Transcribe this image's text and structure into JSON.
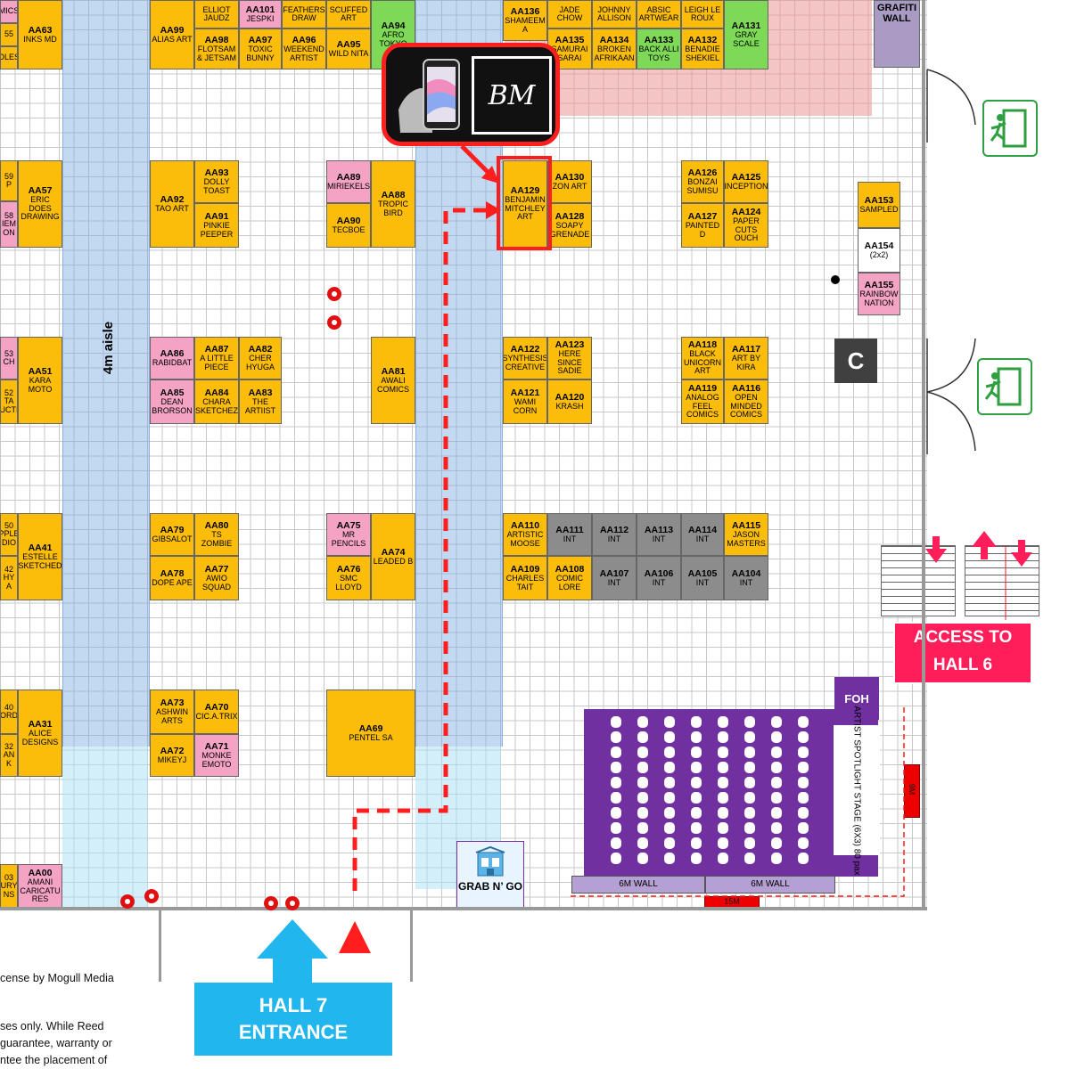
{
  "aisle_label": "4m aisle",
  "grafiti_wall": "GRAFITI WALL",
  "c_label": "C",
  "access_hall": [
    "ACCESS TO",
    "HALL 6"
  ],
  "foh": "FOH",
  "stage_label": "ARTIST SPOTLIGHT STAGE (6X3) 80 pax",
  "walls": [
    "6M WALL",
    "6M WALL"
  ],
  "measure_15m": "15M",
  "measure_9m": "9M",
  "grab_n_go": "GRAB N’ GO",
  "entrance": [
    "HALL 7",
    "ENTRANCE"
  ],
  "callout_logo": "BM",
  "disclaimer": [
    "cense by Mogull Media",
    "ses only. While Reed",
    "guarantee, warranty or",
    "ntee the placement of"
  ],
  "colors": {
    "orange": "#fbbd0a",
    "pink": "#f4a3c5",
    "green": "#7ed957",
    "grey": "#8c8c8c",
    "stage": "#7030a0",
    "access": "#ff1e5a",
    "entrance": "#21b6ee",
    "route": "#ff1e1e"
  },
  "booths": [
    {
      "code": "",
      "name": "MICS",
      "color": "pink"
    },
    {
      "code": "",
      "name": "55",
      "color": "orange"
    },
    {
      "code": "",
      "name": "OLES",
      "color": "orange"
    },
    {
      "code": "AA63",
      "name": "INKS MD",
      "color": "orange"
    },
    {
      "code": "AA99",
      "name": "ALIAS ART",
      "color": "orange"
    },
    {
      "code": "",
      "name": "ELLIOT JAUDZ",
      "color": "orange"
    },
    {
      "code": "AA101",
      "name": "JESPKI",
      "color": "pink"
    },
    {
      "code": "",
      "name": "FEATHERS DRAW",
      "color": "orange"
    },
    {
      "code": "",
      "name": "SCUFFED ART",
      "color": "orange"
    },
    {
      "code": "AA98",
      "name": "FLOTSAM & JETSAM",
      "color": "orange"
    },
    {
      "code": "AA97",
      "name": "TOXIC BUNNY",
      "color": "orange"
    },
    {
      "code": "AA96",
      "name": "WEEKEND ARTIST",
      "color": "orange"
    },
    {
      "code": "AA95",
      "name": "WILD NITA",
      "color": "orange"
    },
    {
      "code": "AA94",
      "name": "AFRO TOKYO",
      "color": "green"
    },
    {
      "code": "AA136",
      "name": "SHAMEEM A",
      "color": "orange"
    },
    {
      "code": "",
      "name": "JADE CHOW",
      "color": "orange"
    },
    {
      "code": "",
      "name": "JOHNNY ALLISON",
      "color": "orange"
    },
    {
      "code": "",
      "name": "ABSIC ARTWEAR",
      "color": "orange"
    },
    {
      "code": "",
      "name": "LEIGH LE ROUX",
      "color": "orange"
    },
    {
      "code": "AA131",
      "name": "GRAY SCALE",
      "color": "green"
    },
    {
      "code": "AA135",
      "name": "SAMURAI SARAI",
      "color": "orange"
    },
    {
      "code": "AA134",
      "name": "BROKEN AFRIKAAN",
      "color": "orange"
    },
    {
      "code": "AA133",
      "name": "BACK ALLI TOYS",
      "color": "green"
    },
    {
      "code": "AA132",
      "name": "BENADIE SHEKIEL",
      "color": "orange"
    },
    {
      "code": "",
      "name": "59 P",
      "color": "orange"
    },
    {
      "code": "",
      "name": "58 IEM ON",
      "color": "pink"
    },
    {
      "code": "AA57",
      "name": "ERIC DOES DRAWING",
      "color": "orange"
    },
    {
      "code": "AA93",
      "name": "DOLLY TOAST",
      "color": "orange"
    },
    {
      "code": "AA92",
      "name": "TAO ART",
      "color": "orange"
    },
    {
      "code": "AA91",
      "name": "PINKIE PEEPER",
      "color": "orange"
    },
    {
      "code": "AA89",
      "name": "MIRIEKELS",
      "color": "pink"
    },
    {
      "code": "AA88",
      "name": "TROPIC BIRD",
      "color": "orange"
    },
    {
      "code": "AA90",
      "name": "TECBOE",
      "color": "orange"
    },
    {
      "code": "AA129",
      "name": "BENJAMIN MITCHLEY ART",
      "color": "orange"
    },
    {
      "code": "AA130",
      "name": "ZON ART",
      "color": "orange"
    },
    {
      "code": "AA128",
      "name": "SOAPY GRENADE",
      "color": "orange"
    },
    {
      "code": "AA126",
      "name": "BONZAI SUMISU",
      "color": "orange"
    },
    {
      "code": "AA125",
      "name": "INCEPTION",
      "color": "orange"
    },
    {
      "code": "AA127",
      "name": "PAINTED D",
      "color": "orange"
    },
    {
      "code": "AA124",
      "name": "PAPER CUTS OUCH",
      "color": "orange"
    },
    {
      "code": "AA153",
      "name": "SAMPLED",
      "color": "orange"
    },
    {
      "code": "AA154",
      "name": "(2x2)",
      "color": "white"
    },
    {
      "code": "AA155",
      "name": "RAINBOW NATION",
      "color": "pink"
    },
    {
      "code": "",
      "name": "53 CH",
      "color": "pink"
    },
    {
      "code": "",
      "name": "52 TA UCTI",
      "color": "orange"
    },
    {
      "code": "AA51",
      "name": "KARA MOTO",
      "color": "orange"
    },
    {
      "code": "AA86",
      "name": "RABIDBAT",
      "color": "pink"
    },
    {
      "code": "AA87",
      "name": "A LITTLE PIECE",
      "color": "orange"
    },
    {
      "code": "AA82",
      "name": "CHER HYUGA",
      "color": "orange"
    },
    {
      "code": "AA85",
      "name": "DEAN BRORSON",
      "color": "pink"
    },
    {
      "code": "AA84",
      "name": "CHARA SKETCHEZ",
      "color": "orange"
    },
    {
      "code": "AA83",
      "name": "THE ARTIIST",
      "color": "orange"
    },
    {
      "code": "AA81",
      "name": "AWALI COMICS",
      "color": "orange"
    },
    {
      "code": "AA122",
      "name": "SYNTHESIS CREATIVE",
      "color": "orange"
    },
    {
      "code": "AA123",
      "name": "HERE SINCE SADIE",
      "color": "orange"
    },
    {
      "code": "AA121",
      "name": "WAMI CORN",
      "color": "orange"
    },
    {
      "code": "AA120",
      "name": "KRASH",
      "color": "orange"
    },
    {
      "code": "AA118",
      "name": "BLACK UNICORN ART",
      "color": "orange"
    },
    {
      "code": "AA117",
      "name": "ART BY KIRA",
      "color": "orange"
    },
    {
      "code": "AA119",
      "name": "ANALOG FEEL COMICS",
      "color": "orange"
    },
    {
      "code": "AA116",
      "name": "OPEN MINDED COMICS",
      "color": "orange"
    },
    {
      "code": "",
      "name": "50 PPLE DIO",
      "color": "orange"
    },
    {
      "code": "",
      "name": "42 HY A",
      "color": "orange"
    },
    {
      "code": "AA41",
      "name": "ESTELLE SKETCHED",
      "color": "orange"
    },
    {
      "code": "AA79",
      "name": "GIBSALOT",
      "color": "orange"
    },
    {
      "code": "AA80",
      "name": "TS ZOMBIE",
      "color": "orange"
    },
    {
      "code": "AA78",
      "name": "DOPE APE",
      "color": "orange"
    },
    {
      "code": "AA77",
      "name": "AWIO SQUAD",
      "color": "orange"
    },
    {
      "code": "AA75",
      "name": "MR PENCILS",
      "color": "pink"
    },
    {
      "code": "AA74",
      "name": "LEADED B",
      "color": "orange"
    },
    {
      "code": "AA76",
      "name": "SMC LLOYD",
      "color": "orange"
    },
    {
      "code": "AA110",
      "name": "ARTISTIC MOOSE",
      "color": "orange"
    },
    {
      "code": "AA111",
      "name": "INT",
      "color": "grey"
    },
    {
      "code": "AA112",
      "name": "INT",
      "color": "grey"
    },
    {
      "code": "AA113",
      "name": "INT",
      "color": "grey"
    },
    {
      "code": "AA114",
      "name": "INT",
      "color": "grey"
    },
    {
      "code": "AA115",
      "name": "JASON MASTERS",
      "color": "orange"
    },
    {
      "code": "AA109",
      "name": "CHARLES TAIT",
      "color": "orange"
    },
    {
      "code": "AA108",
      "name": "COMIC LORE",
      "color": "orange"
    },
    {
      "code": "AA107",
      "name": "INT",
      "color": "grey"
    },
    {
      "code": "AA106",
      "name": "INT",
      "color": "grey"
    },
    {
      "code": "AA105",
      "name": "INT",
      "color": "grey"
    },
    {
      "code": "AA104",
      "name": "INT",
      "color": "grey"
    },
    {
      "code": "",
      "name": "40 ORD",
      "color": "orange"
    },
    {
      "code": "",
      "name": "32 AN K",
      "color": "orange"
    },
    {
      "code": "AA31",
      "name": "ALICE DESIGNS",
      "color": "orange"
    },
    {
      "code": "AA73",
      "name": "ASHWIN ARTS",
      "color": "orange"
    },
    {
      "code": "AA70",
      "name": "CIC.A.TRIX",
      "color": "orange"
    },
    {
      "code": "AA72",
      "name": "MIKEYJ",
      "color": "orange"
    },
    {
      "code": "AA71",
      "name": "MONKE EMOTO",
      "color": "pink"
    },
    {
      "code": "AA69",
      "name": "PENTEL SA",
      "color": "orange"
    },
    {
      "code": "",
      "name": "03 URY NS",
      "color": "orange"
    },
    {
      "code": "AA00",
      "name": "AMANI CARICATU RES",
      "color": "pink"
    }
  ]
}
